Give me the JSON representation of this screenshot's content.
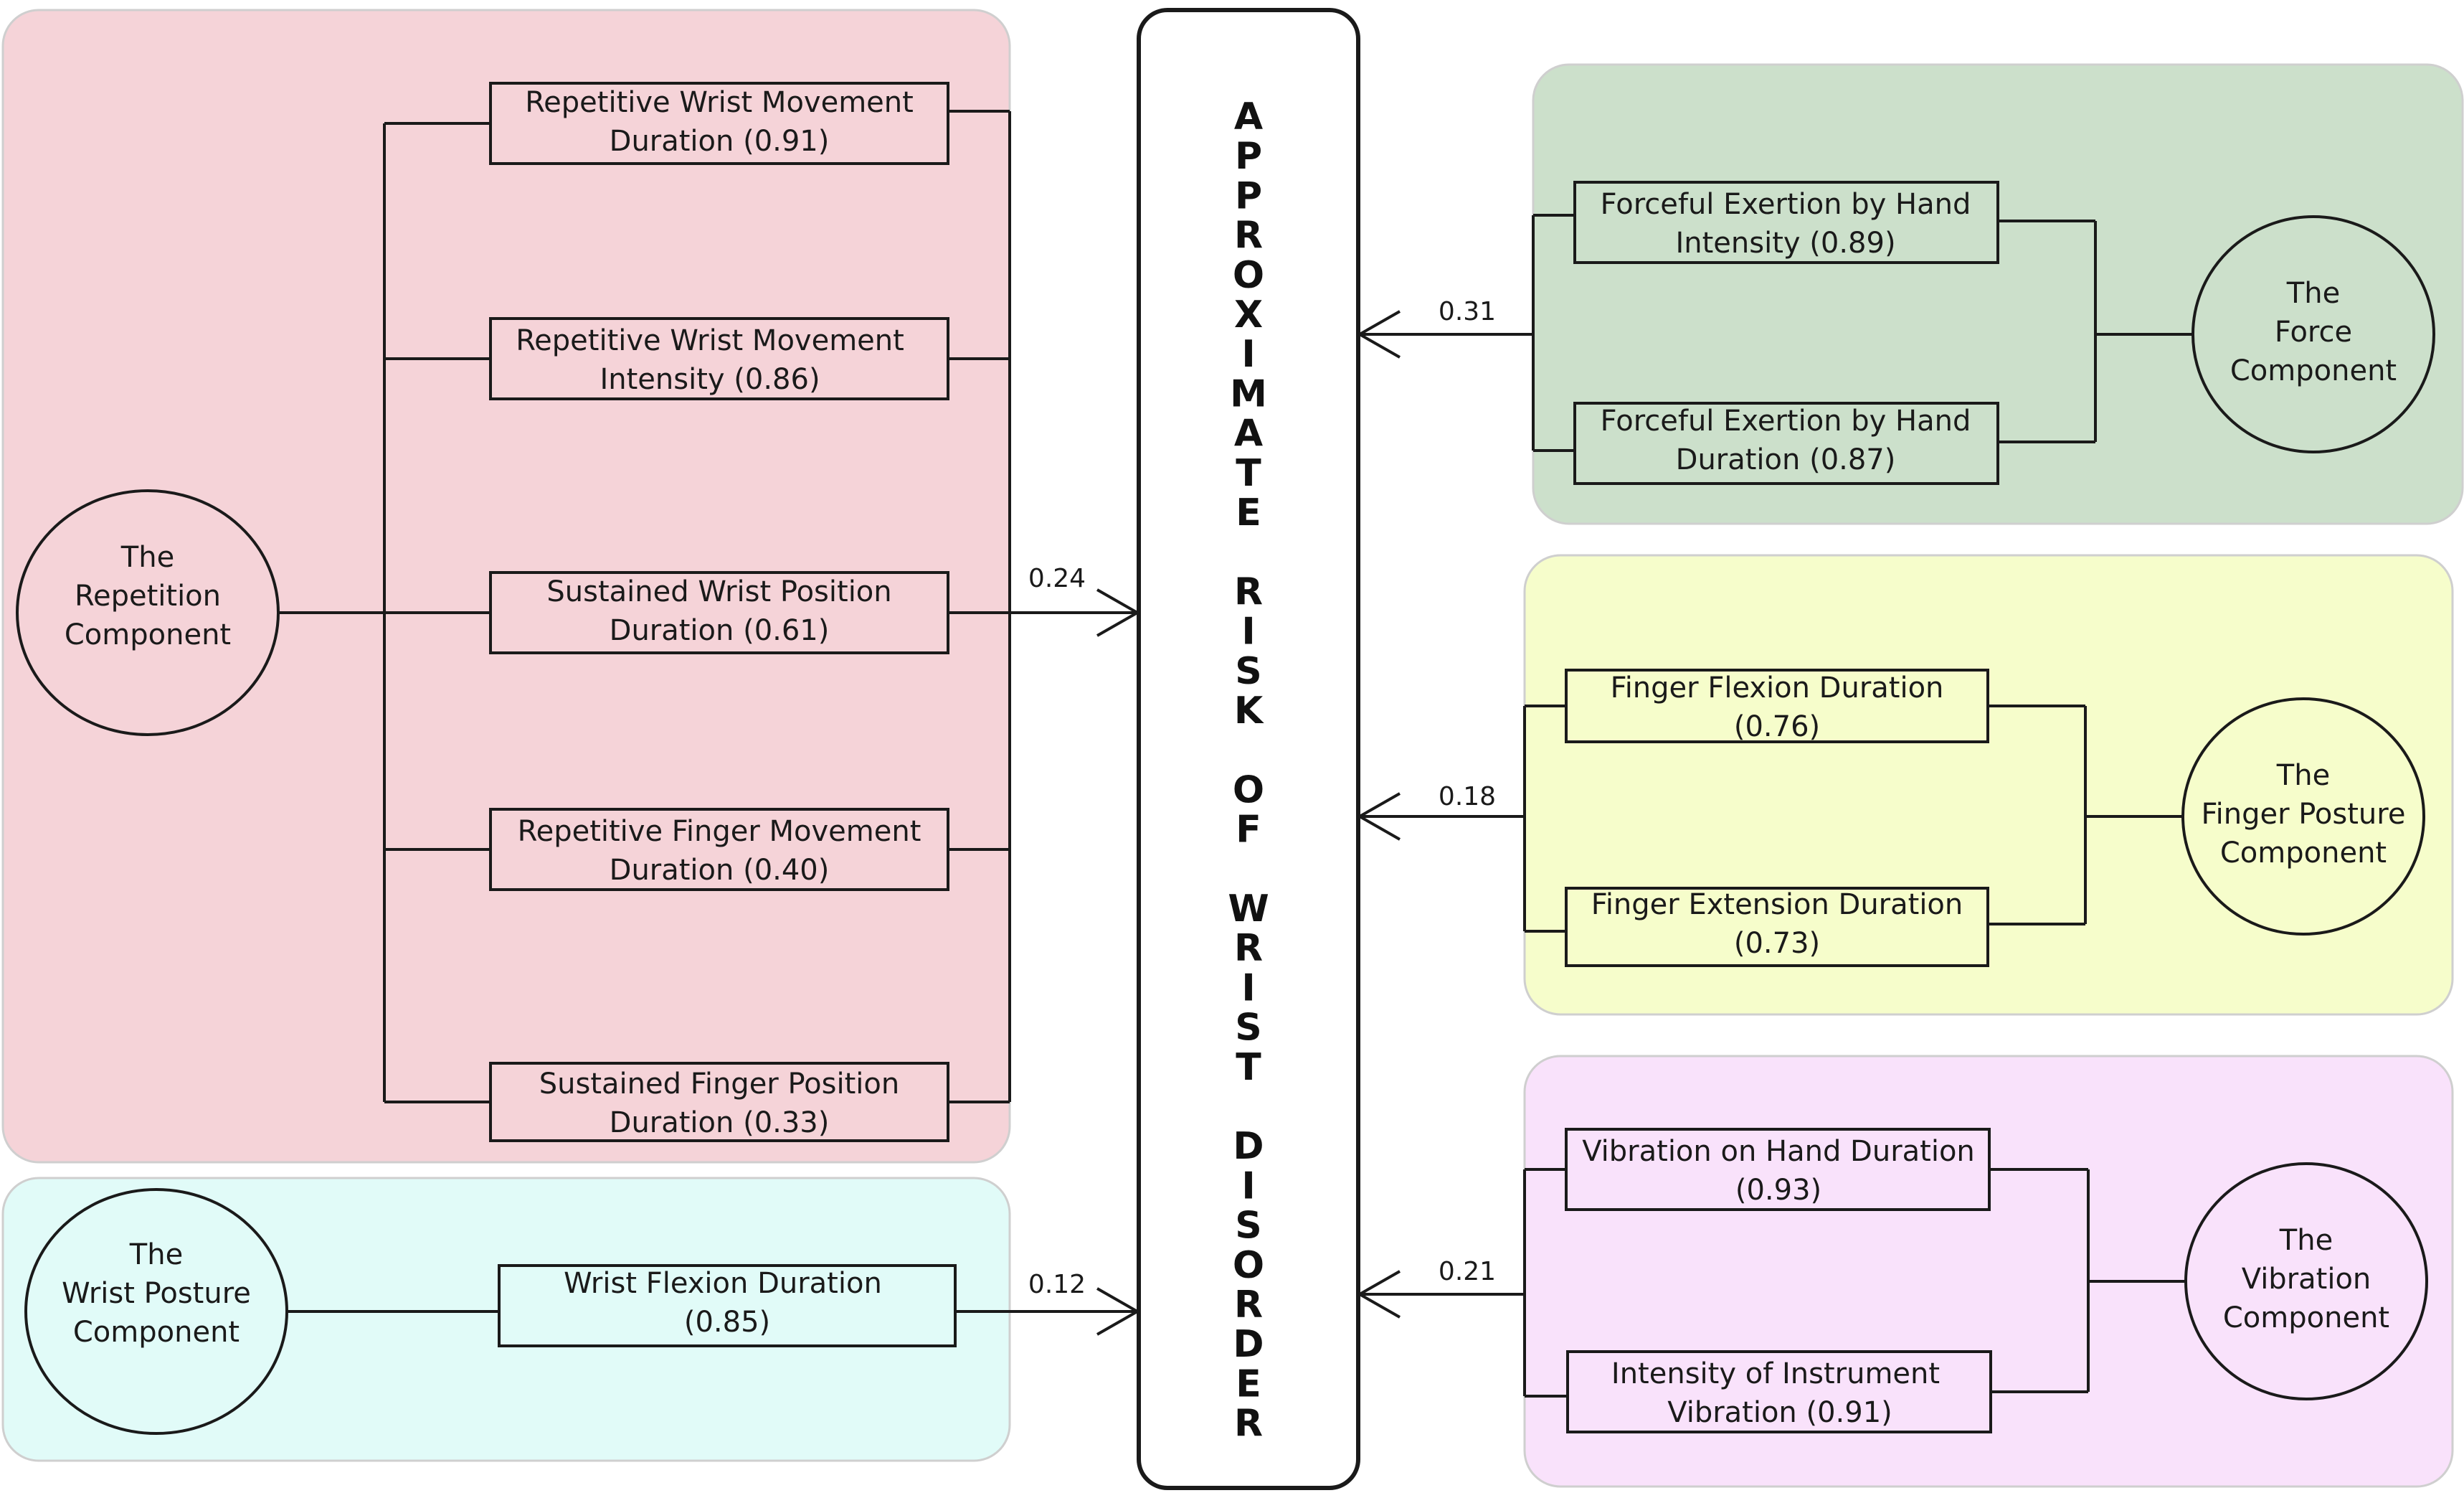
{
  "colors": {
    "repetition": "#f5d3d8",
    "wrist_posture": "#e1fbf8",
    "force": "#cce0cb",
    "finger_posture": "#f6fdcb",
    "vibration": "#f9e2fb"
  },
  "center": {
    "title": "APPROXIMATE RISK OF WRIST DISORDER"
  },
  "repetition": {
    "component": [
      "The",
      "Repetition",
      "Component"
    ],
    "weight": "0.24",
    "factors": [
      {
        "line1": "Repetitive Wrist Movement",
        "line2": "Duration (0.91)"
      },
      {
        "line1": "Repetitive Wrist Movement",
        "line2": "Intensity (0.86)"
      },
      {
        "line1": "Sustained Wrist Position",
        "line2": "Duration (0.61)"
      },
      {
        "line1": "Repetitive Finger Movement",
        "line2": "Duration (0.40)"
      },
      {
        "line1": "Sustained Finger Position",
        "line2": "Duration (0.33)"
      }
    ]
  },
  "wrist_posture": {
    "component": [
      "The",
      "Wrist Posture",
      "Component"
    ],
    "weight": "0.12",
    "factors": [
      {
        "line1": "Wrist Flexion Duration",
        "line2": "(0.85)"
      }
    ]
  },
  "force": {
    "component": [
      "The",
      "Force",
      "Component"
    ],
    "weight": "0.31",
    "factors": [
      {
        "line1": "Forceful Exertion by Hand",
        "line2": "Intensity (0.89)"
      },
      {
        "line1": "Forceful Exertion by Hand",
        "line2": "Duration (0.87)"
      }
    ]
  },
  "finger_posture": {
    "component": [
      "The",
      "Finger Posture",
      "Component"
    ],
    "weight": "0.18",
    "factors": [
      {
        "line1": "Finger Flexion Duration",
        "line2": "(0.76)"
      },
      {
        "line1": "Finger Extension Duration",
        "line2": "(0.73)"
      }
    ]
  },
  "vibration": {
    "component": [
      "The",
      "Vibration",
      "Component"
    ],
    "weight": "0.21",
    "factors": [
      {
        "line1": "Vibration on Hand Duration",
        "line2": "(0.93)"
      },
      {
        "line1": "Intensity of Instrument",
        "line2": "Vibration (0.91)"
      }
    ]
  }
}
